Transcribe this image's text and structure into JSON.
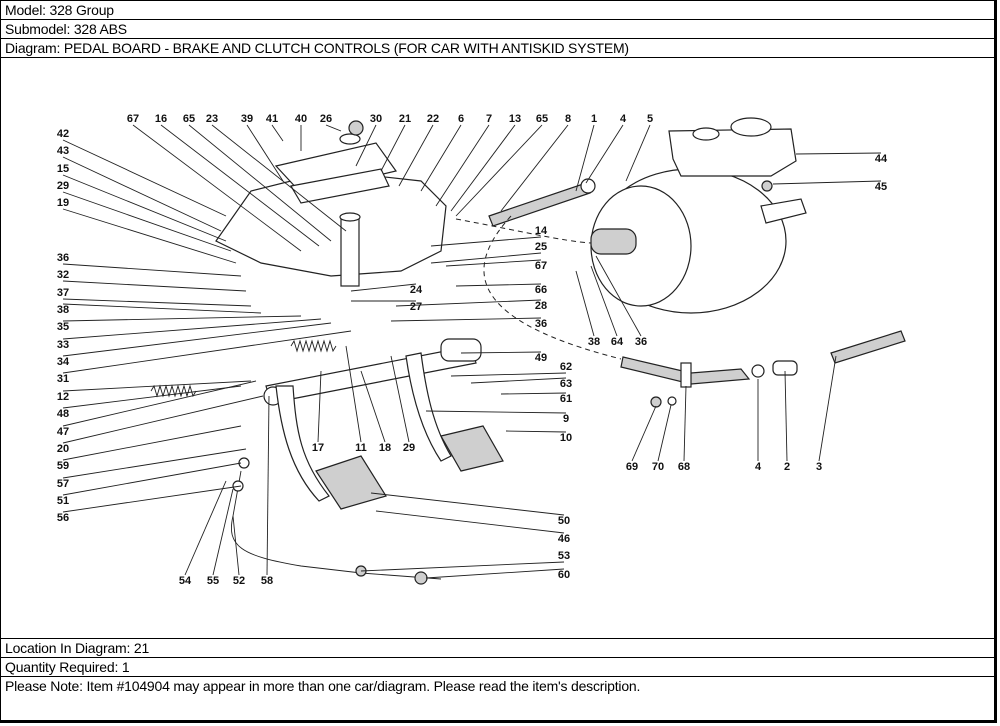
{
  "header": {
    "model": "Model: 328 Group",
    "submodel": "Submodel: 328 ABS",
    "diagram": "Diagram: PEDAL BOARD - BRAKE AND CLUTCH CONTROLS (FOR CAR WITH ANTISKID SYSTEM)"
  },
  "diagram": {
    "subject": "pedal-board-brake-clutch-exploded-view",
    "callouts_top": [
      "67",
      "16",
      "65",
      "23",
      "39",
      "41",
      "40",
      "26",
      "30",
      "21",
      "22",
      "6",
      "7",
      "13",
      "65",
      "8",
      "1",
      "4",
      "5"
    ],
    "callouts_left": [
      "42",
      "43",
      "15",
      "29",
      "19",
      "36",
      "32",
      "37",
      "38",
      "35",
      "33",
      "34",
      "31",
      "12",
      "48",
      "47",
      "20",
      "59",
      "57",
      "51",
      "56"
    ],
    "callouts_center_right": [
      "14",
      "25",
      "67",
      "24",
      "66",
      "27",
      "28",
      "36",
      "49",
      "62",
      "63",
      "61",
      "9",
      "10",
      "50",
      "46",
      "53",
      "60"
    ],
    "callouts_bottom": [
      "54",
      "55",
      "52",
      "58",
      "17",
      "11",
      "18",
      "29"
    ],
    "callouts_booster": [
      "44",
      "45",
      "38",
      "64",
      "36",
      "69",
      "70",
      "68",
      "4",
      "2",
      "3"
    ]
  },
  "footer": {
    "location": "Location In Diagram: 21",
    "quantity": "Quantity Required: 1",
    "note": "Please Note: Item #104904 may appear in more than one car/diagram. Please read the item's description."
  }
}
